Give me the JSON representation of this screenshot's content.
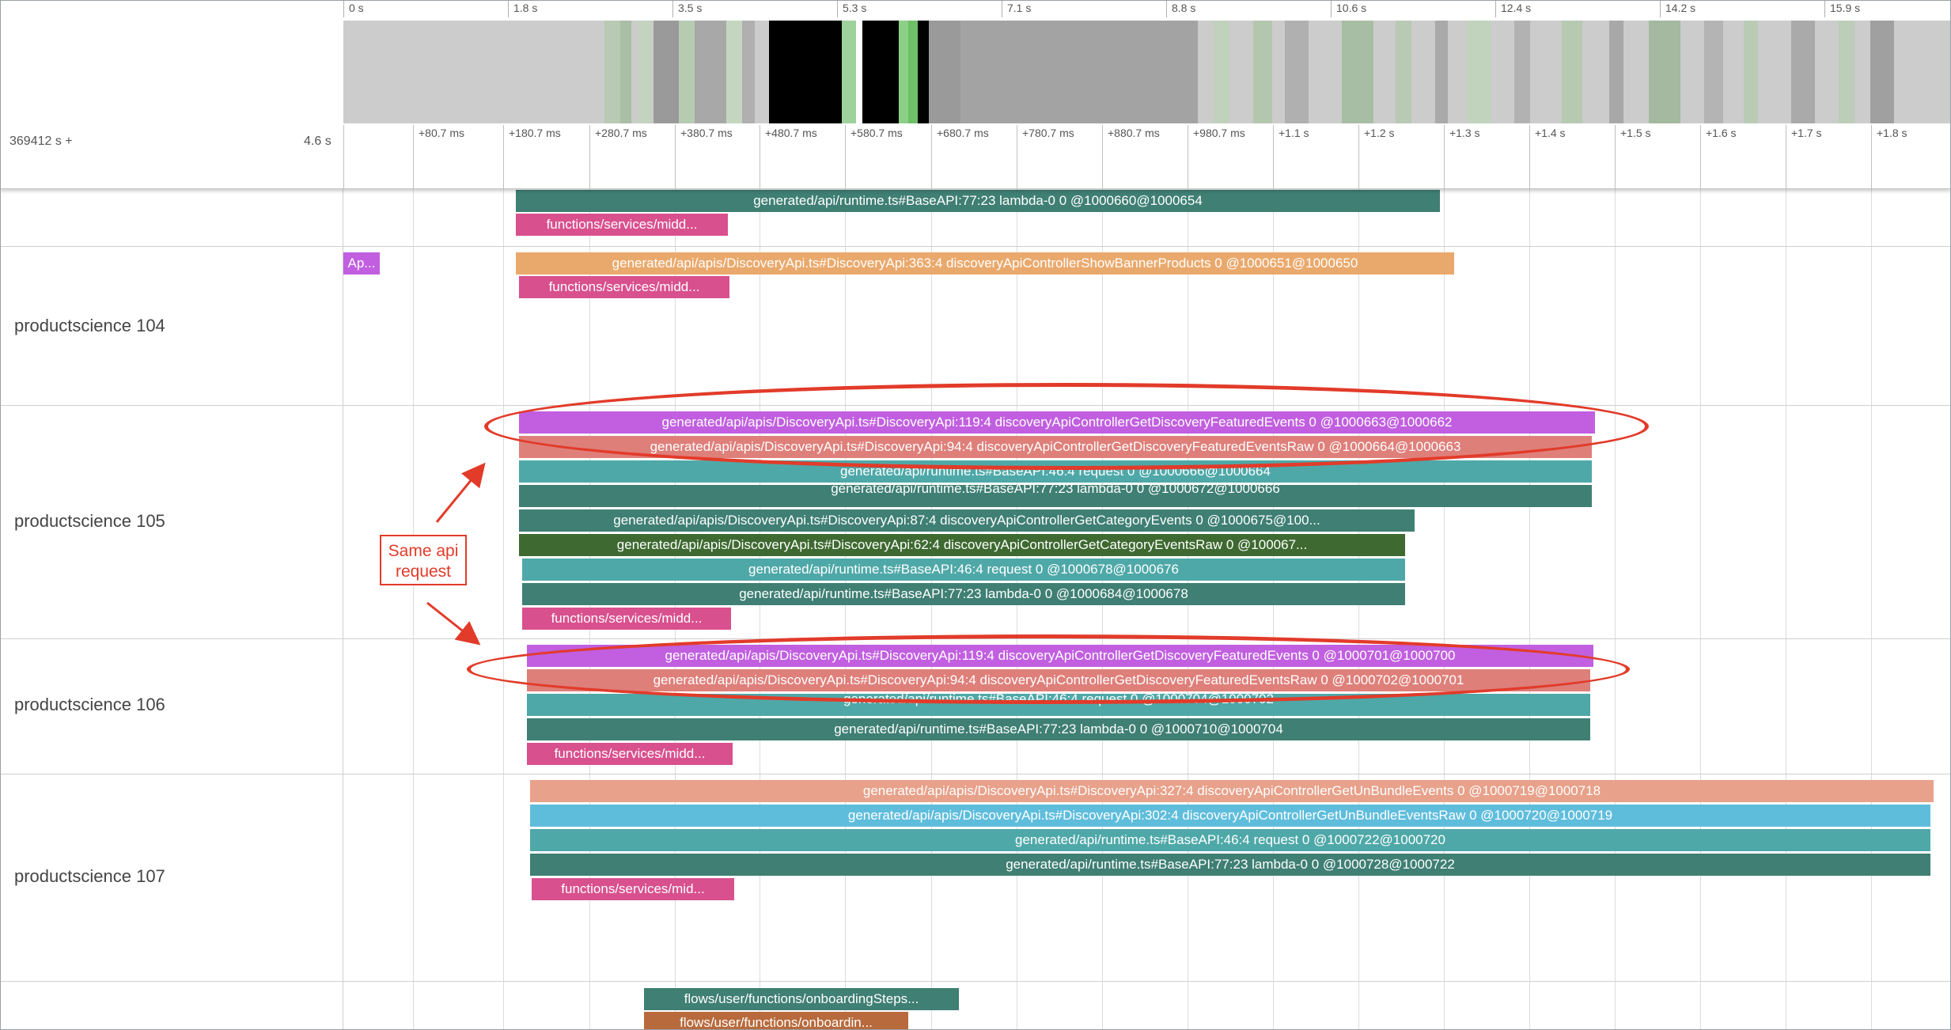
{
  "overview": {
    "ticks": [
      "0 s",
      "1.8 s",
      "3.5 s",
      "5.3 s",
      "7.1 s",
      "8.8 s",
      "10.6 s",
      "12.4 s",
      "14.2 s",
      "15.9 s"
    ]
  },
  "header": {
    "left_label": "369412 s +",
    "duration_label": "4.6 s",
    "ticks": [
      "+80.7 ms",
      "+180.7 ms",
      "+280.7 ms",
      "+380.7 ms",
      "+480.7 ms",
      "+580.7 ms",
      "+680.7 ms",
      "+780.7 ms",
      "+880.7 ms",
      "+980.7 ms",
      "+1.1 s",
      "+1.2 s",
      "+1.3 s",
      "+1.4 s",
      "+1.5 s",
      "+1.6 s",
      "+1.7 s",
      "+1.8 s"
    ]
  },
  "tracks": [
    {
      "label": "",
      "slices": [
        "generated/api/runtime.ts#BaseAPI:77:23 lambda-0 0 @1000660@1000654",
        "functions/services/midd..."
      ]
    },
    {
      "label": "productscience 104",
      "slices": [
        "Ap...",
        "generated/api/apis/DiscoveryApi.ts#DiscoveryApi:363:4 discoveryApiControllerShowBannerProducts 0 @1000651@1000650",
        "functions/services/midd..."
      ]
    },
    {
      "label": "productscience 105",
      "slices": [
        "generated/api/apis/DiscoveryApi.ts#DiscoveryApi:119:4 discoveryApiControllerGetDiscoveryFeaturedEvents 0 @1000663@1000662",
        "generated/api/apis/DiscoveryApi.ts#DiscoveryApi:94:4 discoveryApiControllerGetDiscoveryFeaturedEventsRaw 0 @1000664@1000663",
        "generated/api/runtime.ts#BaseAPI:46:4 request 0 @1000666@1000664",
        "generated/api/runtime.ts#BaseAPI:77:23 lambda-0 0 @1000672@1000666",
        "generated/api/apis/DiscoveryApi.ts#DiscoveryApi:87:4 discoveryApiControllerGetCategoryEvents 0 @1000675@100...",
        "generated/api/apis/DiscoveryApi.ts#DiscoveryApi:62:4 discoveryApiControllerGetCategoryEventsRaw 0 @100067...",
        "generated/api/runtime.ts#BaseAPI:46:4 request 0 @1000678@1000676",
        "generated/api/runtime.ts#BaseAPI:77:23 lambda-0 0 @1000684@1000678",
        "functions/services/midd..."
      ]
    },
    {
      "label": "productscience 106",
      "slices": [
        "generated/api/apis/DiscoveryApi.ts#DiscoveryApi:119:4 discoveryApiControllerGetDiscoveryFeaturedEvents 0 @1000701@1000700",
        "generated/api/apis/DiscoveryApi.ts#DiscoveryApi:94:4 discoveryApiControllerGetDiscoveryFeaturedEventsRaw 0 @1000702@1000701",
        "generated/api/runtime.ts#BaseAPI:46:4 request 0 @1000704@1000702",
        "generated/api/runtime.ts#BaseAPI:77:23 lambda-0 0 @1000710@1000704",
        "functions/services/midd..."
      ]
    },
    {
      "label": "productscience 107",
      "slices": [
        "generated/api/apis/DiscoveryApi.ts#DiscoveryApi:327:4 discoveryApiControllerGetUnBundleEvents 0 @1000719@1000718",
        "generated/api/apis/DiscoveryApi.ts#DiscoveryApi:302:4 discoveryApiControllerGetUnBundleEventsRaw 0 @1000720@1000719",
        "generated/api/runtime.ts#BaseAPI:46:4 request 0 @1000722@1000720",
        "generated/api/runtime.ts#BaseAPI:77:23 lambda-0 0 @1000728@1000722",
        "functions/services/mid..."
      ]
    },
    {
      "label": "",
      "slices": [
        "flows/user/functions/onboardingSteps...",
        "flows/user/functions/onboardin..."
      ]
    }
  ],
  "annotation": {
    "callout_line1": "Same api",
    "callout_line2": "request"
  },
  "colors": {
    "teal_dark": "#3f7f74",
    "teal": "#4fa8a8",
    "pink": "#d9508e",
    "purple": "#c15fe0",
    "salmon": "#df7f7a",
    "orange": "#eaa96c",
    "olive": "#3e6a31",
    "light_salmon": "#e8a18a",
    "sky": "#5fbddc",
    "brown": "#b86a3c",
    "annotation_red": "#e23b2a"
  }
}
